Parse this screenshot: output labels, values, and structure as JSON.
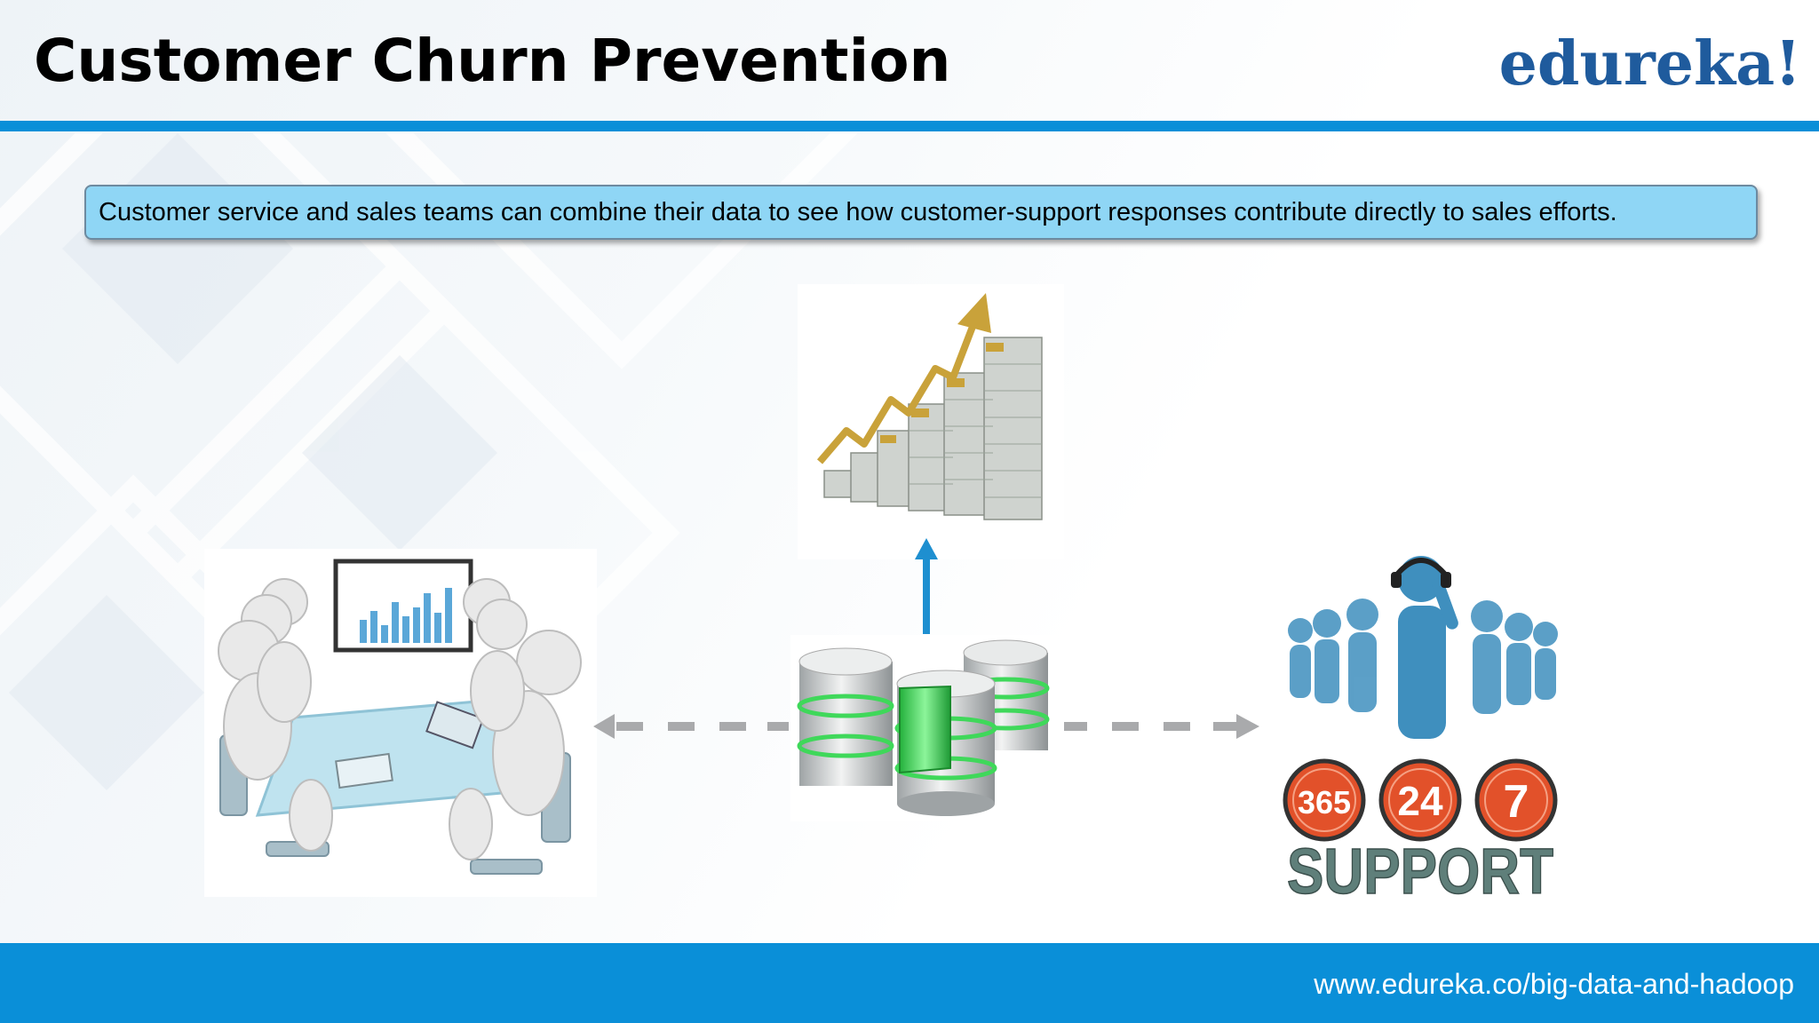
{
  "slide": {
    "title": "Customer Churn Prevention",
    "logo": "edureka!",
    "callout": "Customer service and sales teams can combine their data to see how customer-support responses contribute directly to sales efforts.",
    "footer_url": "www.edureka.co/big-data-and-hadoop"
  },
  "support_badges": [
    "365",
    "24",
    "7"
  ],
  "support_label": "SUPPORT",
  "colors": {
    "accent_blue": "#0a8fd8",
    "logo_blue": "#1f5b9d",
    "callout_fill": "#8fd6f5",
    "badge_orange": "#e2512a",
    "database_green": "#3fd85a"
  }
}
